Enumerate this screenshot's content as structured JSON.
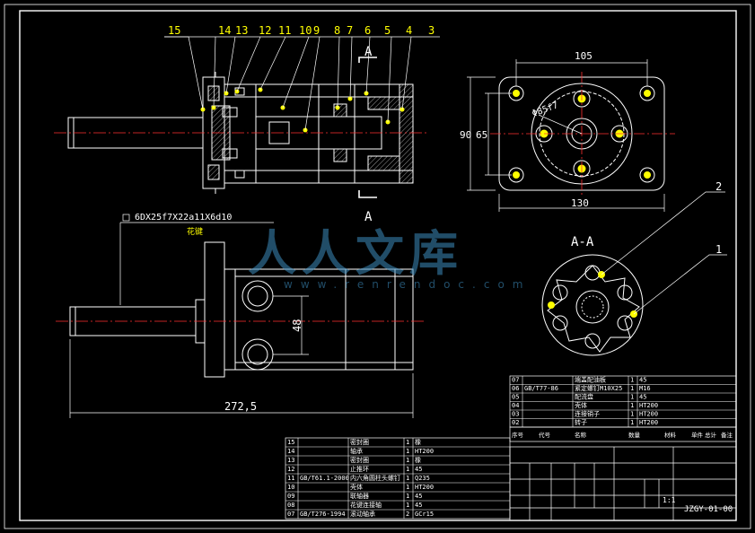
{
  "colors": {
    "background": "#000000",
    "line": "#ffffff",
    "yellow": "#ffff00",
    "cyan": "#00ffff",
    "red": "#ff3030",
    "green": "#00ff00",
    "watermark": "#3c8cbe"
  },
  "drawing": {
    "part_numbers_top": [
      "15",
      "14",
      "13",
      "12",
      "11",
      "10",
      "9",
      "8",
      "7",
      "6",
      "5",
      "4",
      "3"
    ],
    "section_mark": "A",
    "section_title": "A-A",
    "section_part_2": "2",
    "section_part_1": "1",
    "dim_105": "105",
    "dim_90": "90",
    "dim_65": "65",
    "dim_130": "130",
    "dim_phi": "Φ85f7",
    "spline_note": "6DX25f7X22a11X6d10",
    "spline_sub": "花键",
    "dim_48": "48",
    "dim_272": "272,5",
    "drawing_code": "JZGY-01-00",
    "scale": "1:1"
  },
  "watermark": {
    "text": "人人文库",
    "url": "www.renrendoc.com"
  },
  "bom_right": [
    [
      "07",
      "",
      "端盖配油板",
      "1",
      "45"
    ],
    [
      "06",
      "GB/T77-86",
      "紧定螺钉M10X25",
      "1",
      "M16"
    ],
    [
      "05",
      "",
      "配流盘",
      "1",
      "45"
    ],
    [
      "04",
      "",
      "壳体",
      "1",
      "HT200"
    ],
    [
      "03",
      "",
      "连接销子",
      "1",
      "HT200"
    ],
    [
      "02",
      "",
      "转子",
      "1",
      "HT200"
    ]
  ],
  "bom_right_header": [
    "序号",
    "代号",
    "名称",
    "数量",
    "材料",
    "单件",
    "总计",
    "备注"
  ],
  "bom_left": [
    [
      "15",
      "",
      "密封圈",
      "1",
      "橡"
    ],
    [
      "14",
      "",
      "轴承",
      "1",
      "HT200"
    ],
    [
      "13",
      "",
      "密封圈",
      "1",
      "橡"
    ],
    [
      "12",
      "",
      "止推环",
      "1",
      "45"
    ],
    [
      "11",
      "GB/T61.1-2000",
      "内六角圆柱头螺钉",
      "1",
      "Q235"
    ],
    [
      "10",
      "",
      "壳体",
      "1",
      "HT200"
    ],
    [
      "09",
      "",
      "联轴器",
      "1",
      "45"
    ],
    [
      "08",
      "",
      "花键连接轴",
      "1",
      "45"
    ],
    [
      "07",
      "GB/T276-1994",
      "滚动轴承",
      "2",
      "GCr15"
    ]
  ]
}
